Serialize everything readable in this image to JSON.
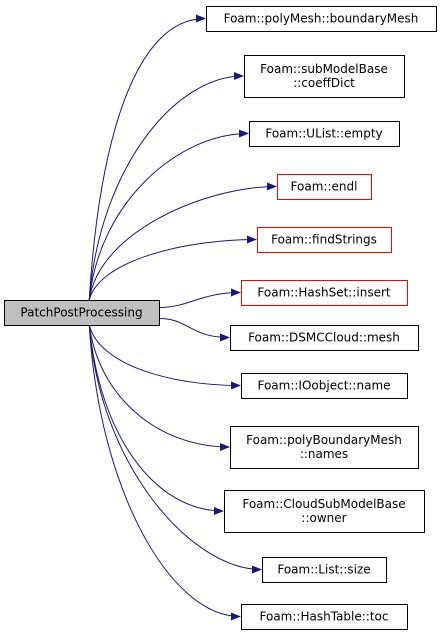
{
  "colors": {
    "edge": "#191970",
    "node_border": "#000000",
    "node_border_undocumented": "#ff0000",
    "root_fill": "#bfbfbf",
    "node_fill": "#ffffff"
  },
  "root": {
    "lines": [
      "PatchPostProcessing"
    ]
  },
  "targets": [
    {
      "lines": [
        "Foam::polyMesh::boundaryMesh"
      ],
      "undocumented": false
    },
    {
      "lines": [
        "Foam::subModelBase",
        "::coeffDict"
      ],
      "undocumented": false
    },
    {
      "lines": [
        "Foam::UList::empty"
      ],
      "undocumented": false
    },
    {
      "lines": [
        "Foam::endl"
      ],
      "undocumented": true
    },
    {
      "lines": [
        "Foam::findStrings"
      ],
      "undocumented": true
    },
    {
      "lines": [
        "Foam::HashSet::insert"
      ],
      "undocumented": true
    },
    {
      "lines": [
        "Foam::DSMCCloud::mesh"
      ],
      "undocumented": false
    },
    {
      "lines": [
        "Foam::IOobject::name"
      ],
      "undocumented": false
    },
    {
      "lines": [
        "Foam::polyBoundaryMesh",
        "::names"
      ],
      "undocumented": false
    },
    {
      "lines": [
        "Foam::CloudSubModelBase",
        "::owner"
      ],
      "undocumented": false
    },
    {
      "lines": [
        "Foam::List::size"
      ],
      "undocumented": false
    },
    {
      "lines": [
        "Foam::HashTable::toc"
      ],
      "undocumented": false
    }
  ]
}
